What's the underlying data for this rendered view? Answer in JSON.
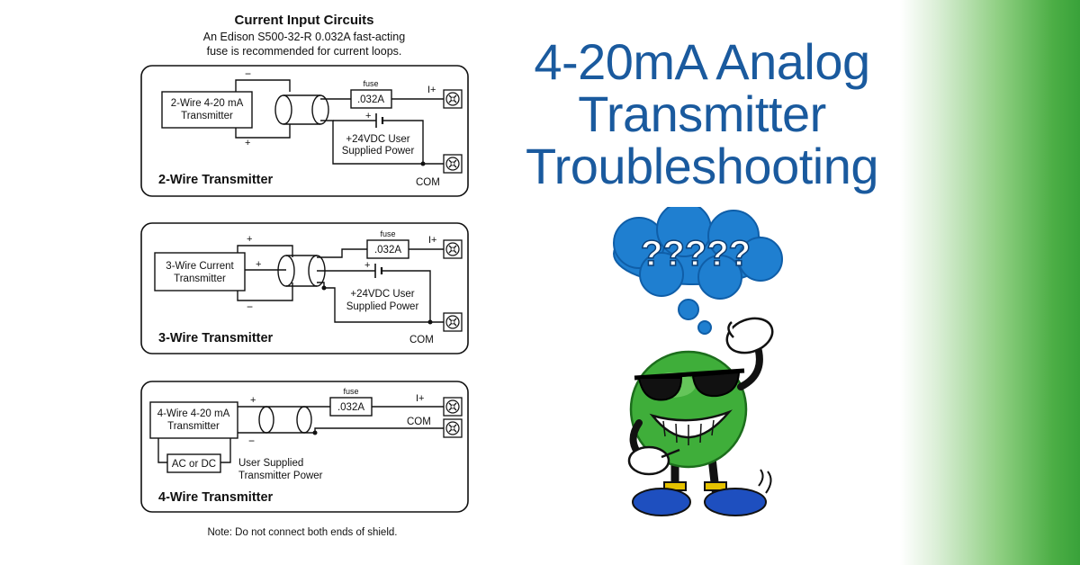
{
  "figure": {
    "title": "Current Input Circuits",
    "subtitle_line1": "An Edison S500-32-R  0.032A fast-acting",
    "subtitle_line2": "fuse is recommended for current loops.",
    "note": "Note: Do not connect both ends of shield."
  },
  "panel_two_wire": {
    "label": "2-Wire Transmitter",
    "device_line1": "2-Wire 4-20 mA",
    "device_line2": "Transmitter",
    "fuse_label": "fuse",
    "fuse_value": ".032A",
    "minus": "−",
    "plus": "+",
    "battery_plus": "+",
    "power_line1": "+24VDC User",
    "power_line2": "Supplied Power",
    "terminal_in": "I+",
    "terminal_com": "COM"
  },
  "panel_three_wire": {
    "label": "3-Wire Transmitter",
    "device_line1": "3-Wire Current",
    "device_line2": "Transmitter",
    "fuse_label": "fuse",
    "fuse_value": ".032A",
    "plus_top": "+",
    "plus_mid": "+",
    "minus": "−",
    "battery_plus": "+",
    "power_line1": "+24VDC User",
    "power_line2": "Supplied Power",
    "terminal_in": "I+",
    "terminal_com": "COM"
  },
  "panel_four_wire": {
    "label": "4-Wire Transmitter",
    "device_line1": "4-Wire 4-20 mA",
    "device_line2": "Transmitter",
    "fuse_label": "fuse",
    "fuse_value": ".032A",
    "plus": "+",
    "minus": "−",
    "source_label": "AC or DC",
    "power_line1": "User Supplied",
    "power_line2": "Transmitter Power",
    "terminal_in": "I+",
    "terminal_com": "COM"
  },
  "headline": {
    "line1": "4-20mA Analog",
    "line2": "Transmitter",
    "line3": "Troubleshooting"
  },
  "mascot": {
    "thought": "?????"
  },
  "colors": {
    "headline": "#1a5a9e",
    "cloud": "#1f7fd0",
    "mascot_body": "#3fae3a",
    "band": "#39a23a"
  }
}
